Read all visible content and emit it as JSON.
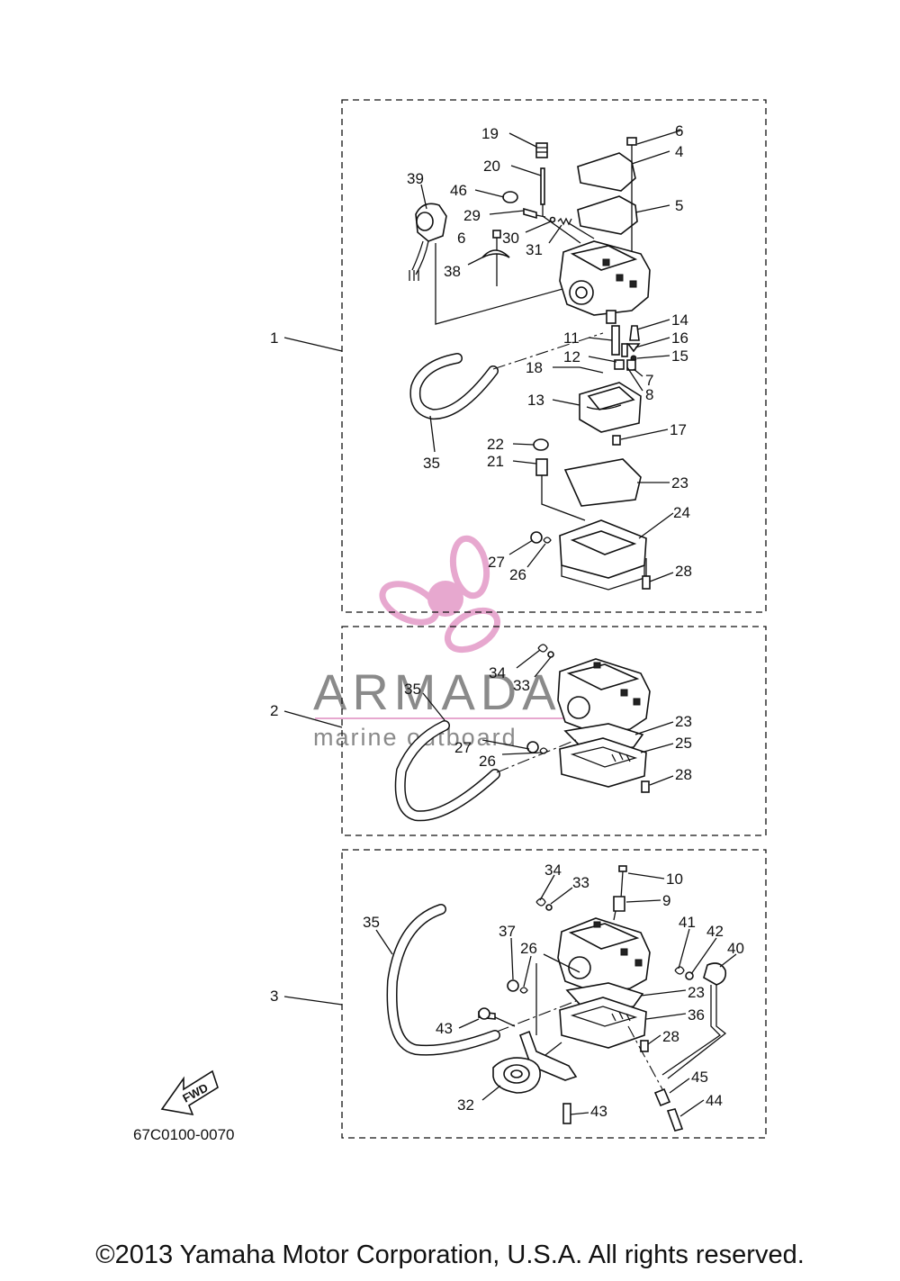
{
  "diagram_code": "67C0100-0070",
  "fwd_label": "FWD",
  "copyright": "©2013 Yamaha Motor Corporation, U.S.A. All rights reserved.",
  "watermark": {
    "brand": "ARMADA",
    "tagline": "marine outboard",
    "brand_color": "#8a8a8a",
    "logo_color": "#e7a8cf"
  },
  "callouts": {
    "assembly": [
      "1",
      "2",
      "3"
    ],
    "box1": [
      "19",
      "6",
      "4",
      "20",
      "46",
      "39",
      "5",
      "29",
      "30",
      "6",
      "31",
      "38",
      "14",
      "11",
      "16",
      "15",
      "12",
      "18",
      "7",
      "8",
      "13",
      "17",
      "35",
      "22",
      "21",
      "23",
      "24",
      "27",
      "26",
      "28"
    ],
    "box2": [
      "34",
      "33",
      "35",
      "23",
      "27",
      "25",
      "26",
      "28"
    ],
    "box3": [
      "34",
      "33",
      "10",
      "9",
      "35",
      "41",
      "42",
      "37",
      "26",
      "40",
      "23",
      "36",
      "43",
      "28",
      "45",
      "32",
      "44",
      "43"
    ]
  }
}
